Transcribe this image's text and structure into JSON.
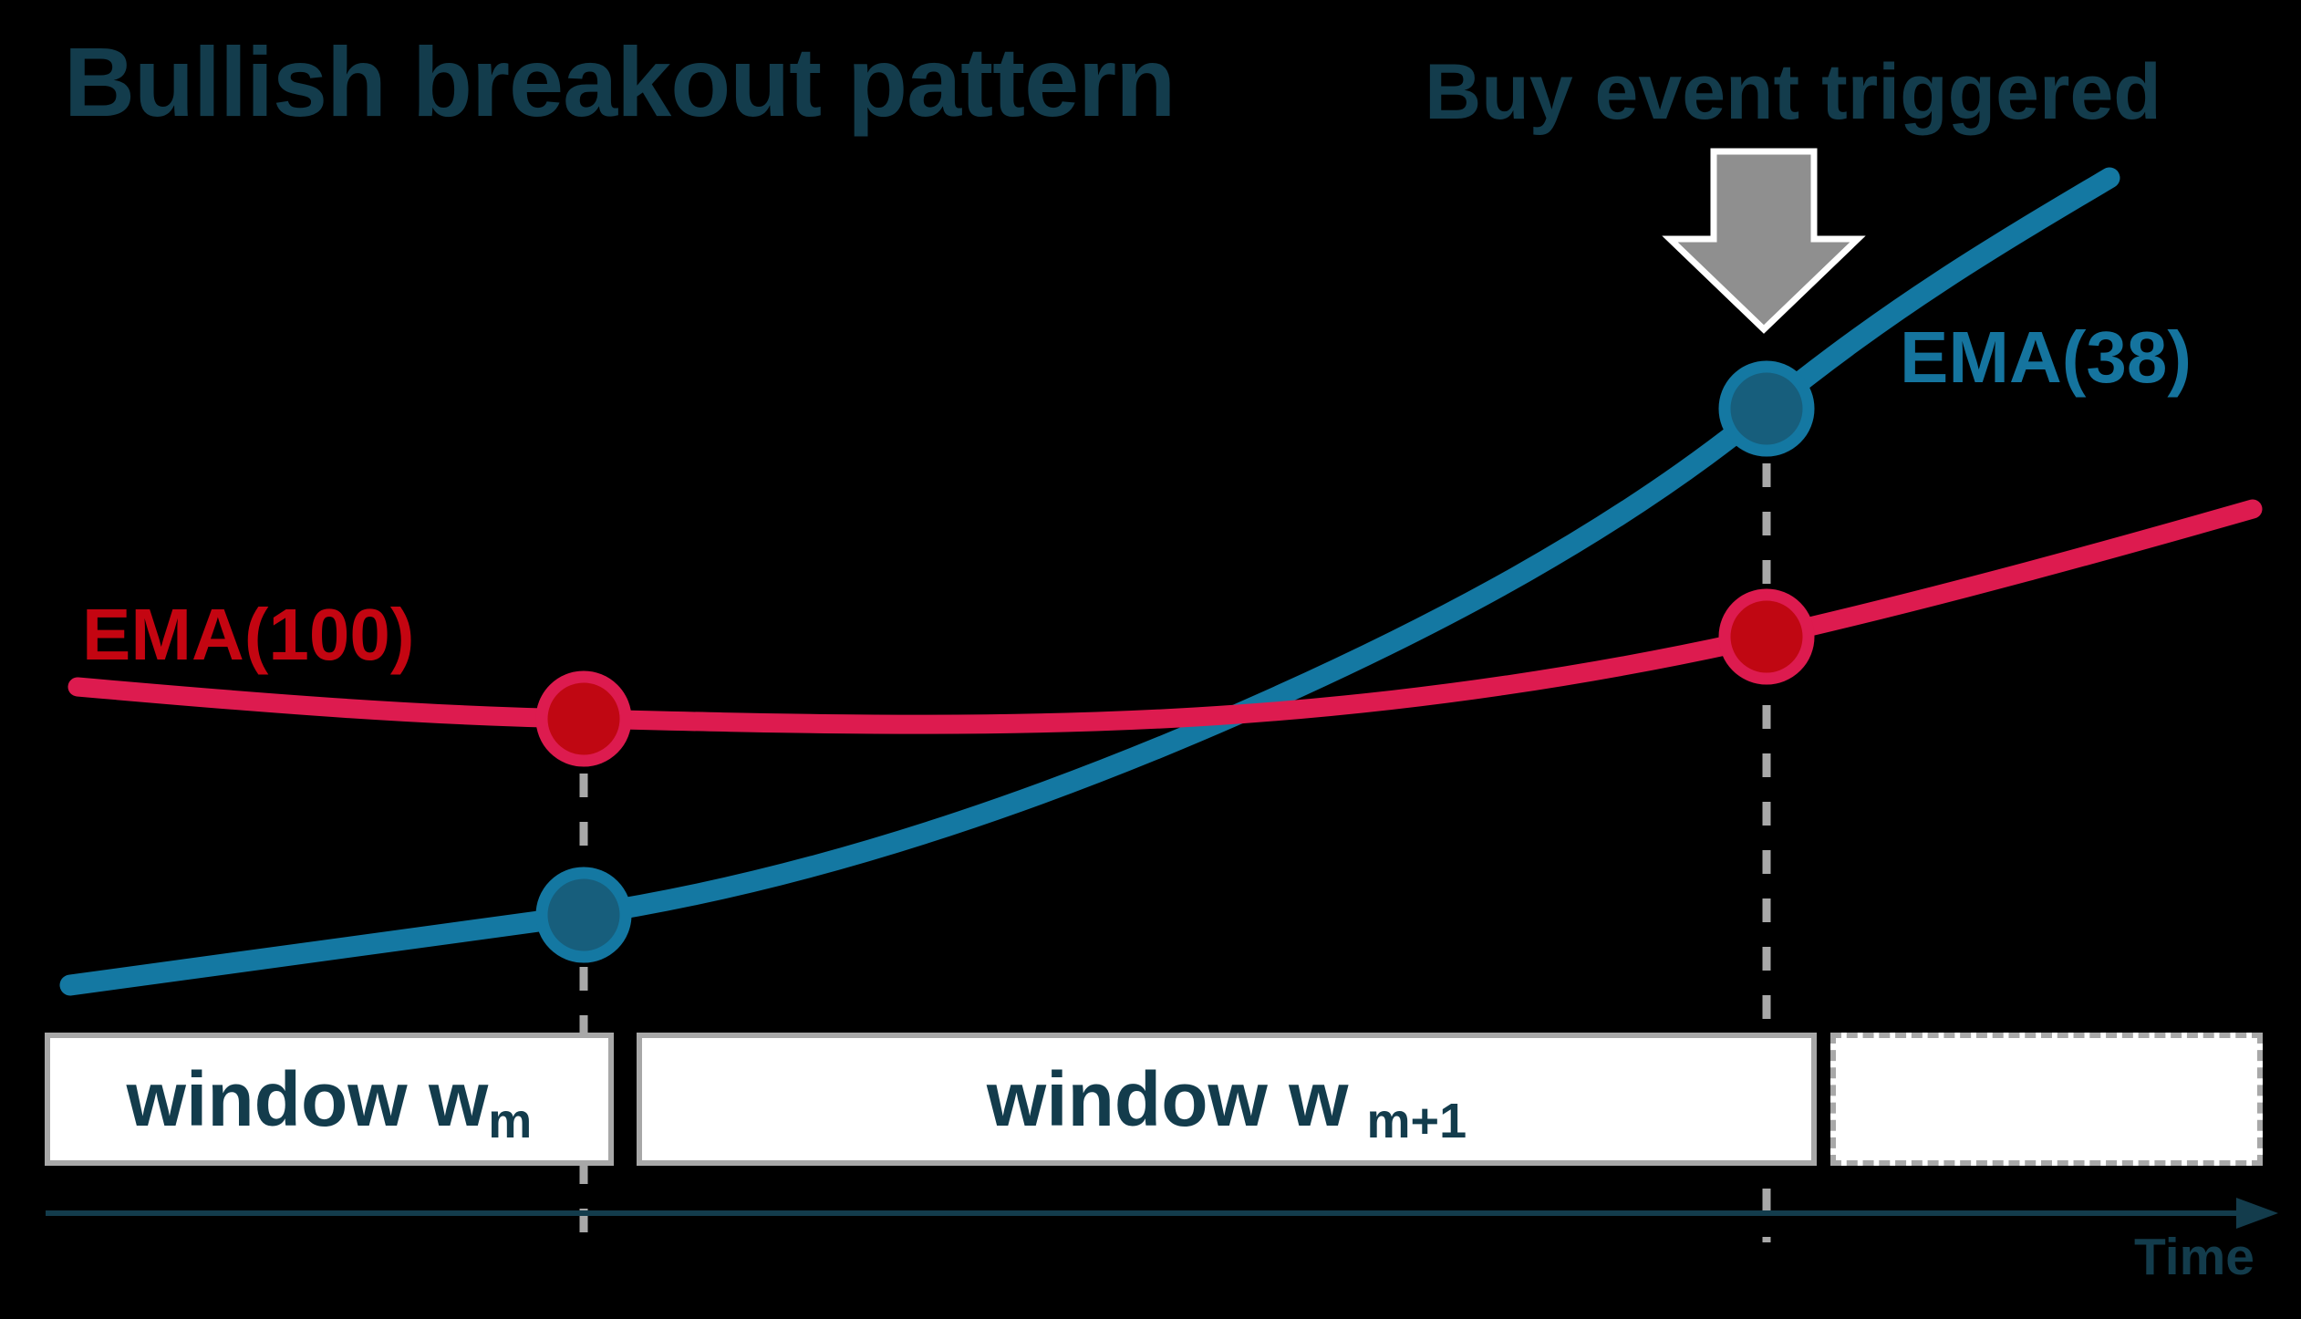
{
  "title": "Bullish breakout pattern",
  "annotation": {
    "label": "Buy event triggered",
    "icon": "down-arrow-icon"
  },
  "series": [
    {
      "name": "EMA(38)",
      "role": "fast EMA, rising curve",
      "curve_color": "#1478a2",
      "label_color": "#15749e",
      "marker_fill": "#175e7c"
    },
    {
      "name": "EMA(100)",
      "role": "slow EMA, flat curve",
      "curve_color": "#dd1b4f",
      "label_color": "#c40511",
      "marker_fill": "#c00712"
    }
  ],
  "windows": [
    {
      "label": "window w",
      "subscript": "m",
      "border_style": "solid"
    },
    {
      "label": "window w",
      "subscript": "m+1",
      "border_style": "solid"
    },
    {
      "label": "",
      "subscript": "",
      "border_style": "dashed"
    }
  ],
  "axis": {
    "label": "Time"
  },
  "markers": [
    {
      "series": "EMA(100)",
      "at": "boundary of window m"
    },
    {
      "series": "EMA(38)",
      "at": "boundary of window m"
    },
    {
      "series": "EMA(38)",
      "at": "boundary of window m+1, buy event"
    },
    {
      "series": "EMA(100)",
      "at": "boundary of window m+1"
    }
  ],
  "colors": {
    "bg": "#000000",
    "ink": "#133c4c",
    "teal-curve": "#1478a2",
    "teal-label": "#15749e",
    "teal-dot": "#175e7c",
    "red-curve": "#dd1b4f",
    "red-label": "#c40511",
    "red-dot": "#c00712",
    "gray": "#a8a8a8",
    "arrow-gray": "#8f8f8f",
    "box-fill": "#ffffff"
  }
}
